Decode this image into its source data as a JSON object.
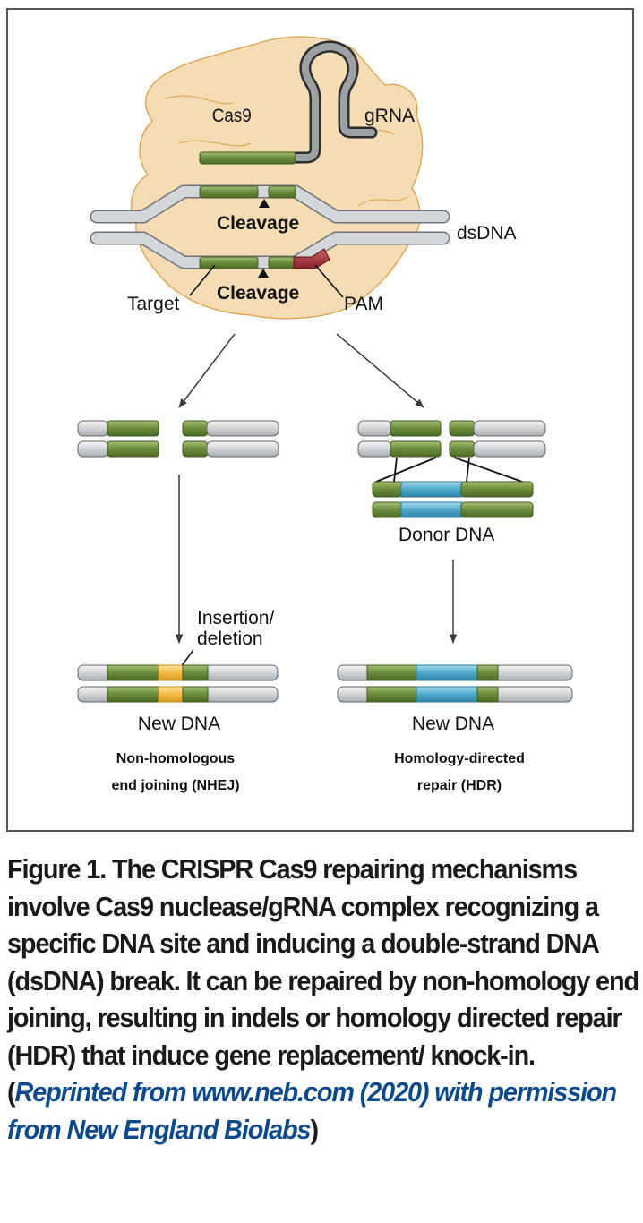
{
  "figure": {
    "labels": {
      "cas9": "Cas9",
      "grna": "gRNA",
      "dsdna": "dsDNA",
      "cleavage_top": "Cleavage",
      "cleavage_bottom": "Cleavage",
      "target": "Target",
      "pam": "PAM",
      "donor_dna": "Donor DNA",
      "insertion_line1": "Insertion/",
      "insertion_line2": "deletion",
      "new_dna_left": "New DNA",
      "new_dna_right": "New DNA",
      "nhej_line1": "Non-homologous",
      "nhej_line2": "end joining (NHEJ)",
      "hdr_line1": "Homology-directed",
      "hdr_line2": "repair (HDR)"
    },
    "colors": {
      "cas9_fill": "#f5dcb5",
      "cas9_outline": "#d9a24a",
      "strand_gray": "#c9cccf",
      "target_green": "#6b8a3a",
      "pam_red": "#a3343a",
      "donor_blue": "#4fa7c9",
      "indel_yellow": "#f0b840",
      "grna_gray": "#8c8f92"
    }
  },
  "caption": {
    "main": "Figure 1. The CRISPR Cas9 repairing mechanisms involve Cas9 nuclease/gRNA complex recognizing a specific DNA site and inducing a double-strand DNA (dsDNA) break. It can be repaired by non-homology end joining, resulting in indels or homology directed repair (HDR) that induce gene replacement/ knock-in. (",
    "credit": "Reprinted from www.neb.com (2020) with permission from New England Biolabs",
    "close": ")"
  }
}
